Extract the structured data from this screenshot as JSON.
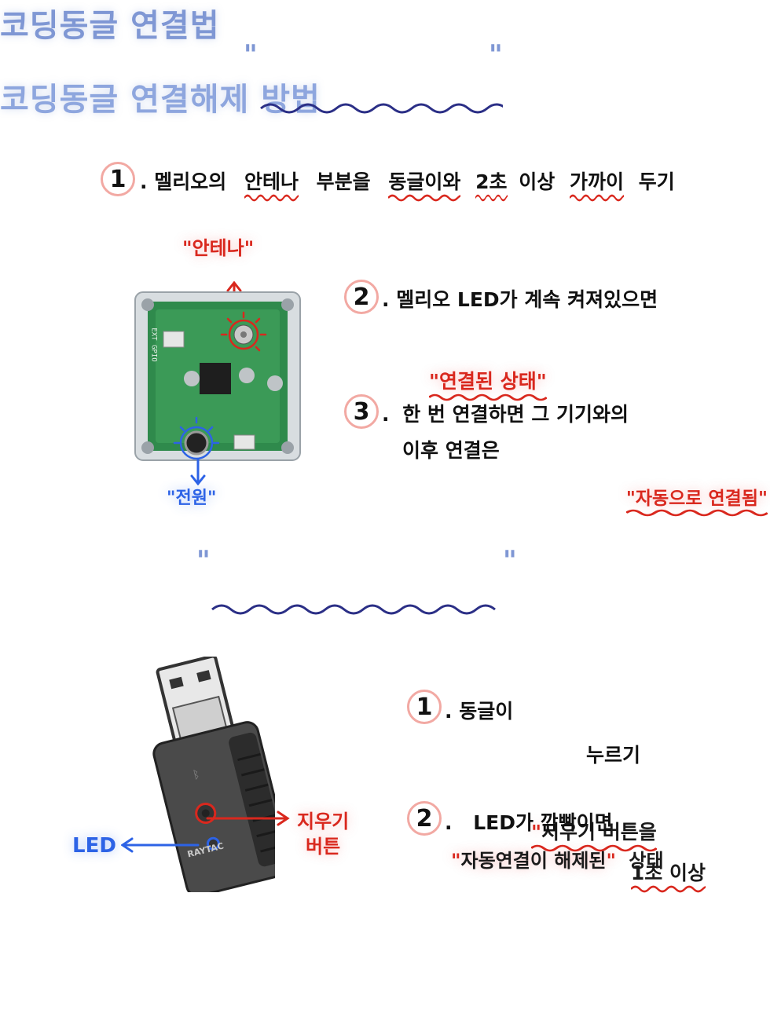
{
  "section1": {
    "title": "코딩동글 연결법",
    "step1": {
      "number": "1",
      "text_a": "멜리오의",
      "highlight_antenna": "안테나",
      "text_b": "부분을",
      "highlight_dongle": "동글이와",
      "highlight_2sec": "2초",
      "text_c": "이상",
      "highlight_close": "가까이",
      "text_d": "두기"
    },
    "step2": {
      "number": "2",
      "text": "멜리오 LED가 계속 켜져있으면",
      "highlight": "연결된 상태"
    },
    "step3": {
      "number": "3",
      "text_line1": "한 번 연결하면 그 기기와의",
      "text_line2": "이후 연결은",
      "highlight": "자동으로 연결됨"
    },
    "labels": {
      "antenna": "안테나",
      "power": "전원"
    },
    "board_silkscreen": "EXT GPIO"
  },
  "section2": {
    "title": "코딩동글 연결해제 방법",
    "step1": {
      "number": "1",
      "text_a": "동글이",
      "highlight_button": "지우기 버튼을",
      "highlight_1sec": "1초 이상",
      "text_b": "누르기"
    },
    "step2": {
      "number": "2",
      "text": "LED가 깜빡이면",
      "highlight": "자동연결이 해제된",
      "text_end": "상태"
    },
    "labels": {
      "led": "LED",
      "erase_line1": "지우기",
      "erase_line2": "버튼"
    },
    "dongle_brand": "RAYTAC"
  },
  "colors": {
    "title_blue": "#7f97d4",
    "wave_navy": "#2b2f86",
    "accent_red": "#d9281e",
    "circle_pink": "#f2a9a3",
    "accent_blue": "#2d63e6"
  }
}
